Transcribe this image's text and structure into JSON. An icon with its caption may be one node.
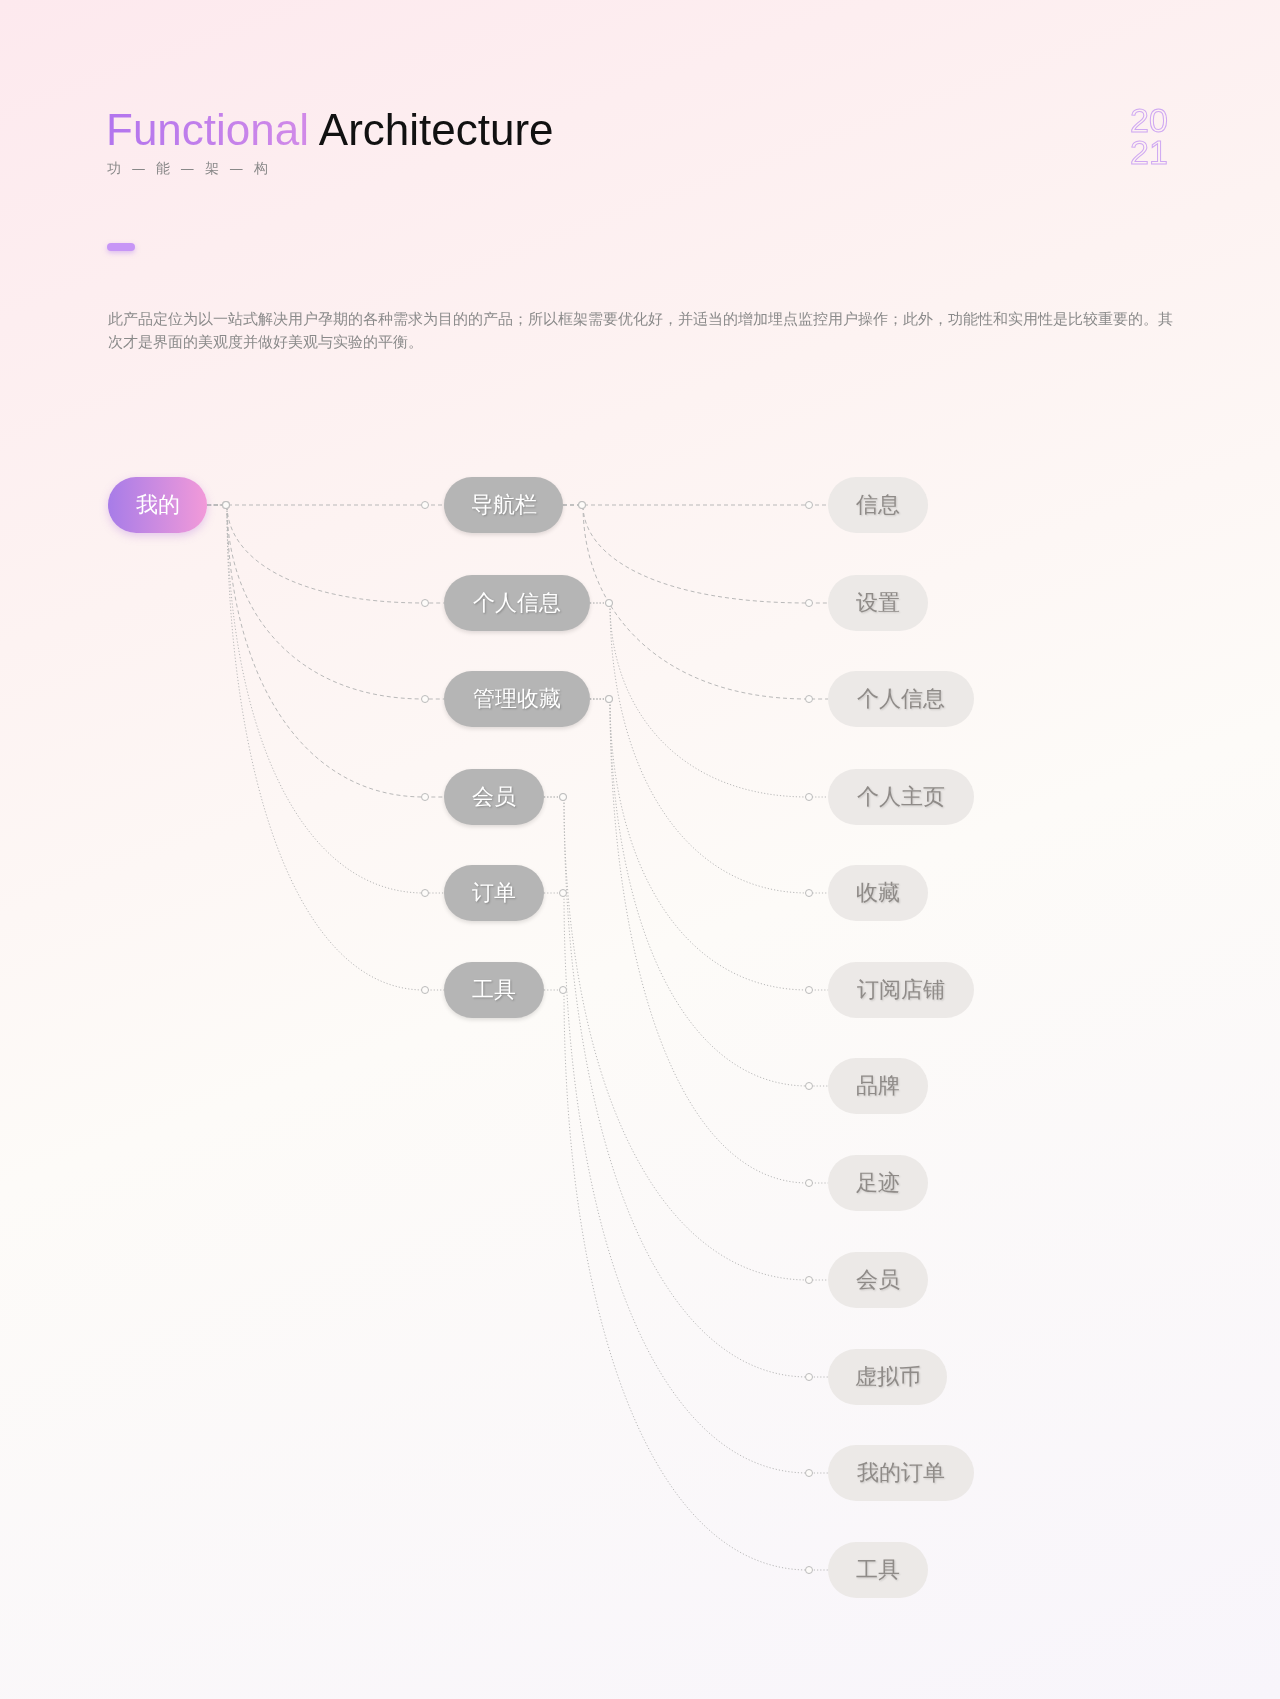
{
  "diagram": {
    "title": "Functional Architecture",
    "nodes": [
      {
        "text": [
          "我的"
        ]
      },
      {
        "text": [
          "导航栏"
        ]
      },
      {
        "text": [
          "个人信息"
        ]
      },
      {
        "text": [
          "管理收藏"
        ]
      },
      {
        "text": [
          "会员"
        ]
      },
      {
        "text": [
          "订单"
        ]
      },
      {
        "text": [
          "工具"
        ]
      },
      {
        "text": [
          "信息"
        ]
      },
      {
        "text": [
          "设置"
        ]
      },
      {
        "text": [
          "个人信息"
        ]
      },
      {
        "text": [
          "个人主页"
        ]
      },
      {
        "text": [
          "收藏"
        ]
      },
      {
        "text": [
          "订阅店铺"
        ]
      },
      {
        "text": [
          "品牌"
        ]
      },
      {
        "text": [
          "足迹"
        ]
      },
      {
        "text": [
          "会员"
        ]
      },
      {
        "text": [
          "虚拟币"
        ]
      },
      {
        "text": [
          "我的订单"
        ]
      },
      {
        "text": [
          "工具"
        ]
      }
    ],
    "edges": [
      {
        "from": 0,
        "to": 1,
        "arrow": "other",
        "style": "dashed"
      },
      {
        "from": 0,
        "to": 2,
        "arrow": "other",
        "style": "dashed"
      },
      {
        "from": 0,
        "to": 3,
        "arrow": "other",
        "style": "dashed"
      },
      {
        "from": 0,
        "to": 4,
        "arrow": "other",
        "style": "dashed"
      },
      {
        "from": 0,
        "to": 5,
        "arrow": "other"
      },
      {
        "from": 0,
        "to": 6,
        "arrow": "other"
      },
      {
        "from": 1,
        "to": 7,
        "arrow": "other",
        "style": "dashed"
      },
      {
        "from": 1,
        "to": 8,
        "arrow": "other",
        "style": "dashed"
      },
      {
        "from": 1,
        "to": 9,
        "arrow": "other",
        "style": "dashed"
      },
      {
        "from": 2,
        "to": 10,
        "arrow": "other"
      },
      {
        "from": 2,
        "to": 11,
        "arrow": "other"
      },
      {
        "from": 3,
        "to": 12,
        "arrow": "other"
      },
      {
        "from": 3,
        "to": 13,
        "arrow": "other"
      },
      {
        "from": 3,
        "to": 14,
        "arrow": "other"
      },
      {
        "from": 4,
        "to": 15,
        "arrow": "other"
      },
      {
        "from": 4,
        "to": 16,
        "arrow": "other"
      },
      {
        "from": 5,
        "to": 17,
        "arrow": "other"
      },
      {
        "from": 6,
        "to": 18,
        "arrow": "other"
      }
    ],
    "labels": [
      "功 — 能 — 架 — 构",
      "20",
      "21",
      "此产品定位为以一站式解决用户孕期的各种需求为目的的产品；所以框架需要优化好，并适当的增加埋点监控用户操作；此外，功能性和实用性是比较重要的。其次才是界面的美观度并做好美观与实验的平衡。"
    ]
  }
}
